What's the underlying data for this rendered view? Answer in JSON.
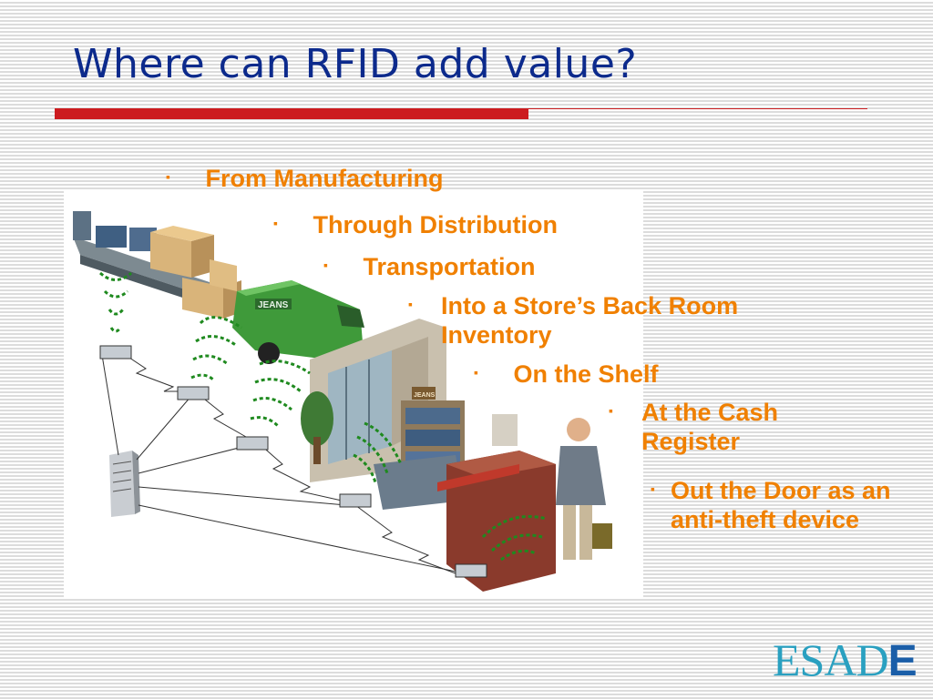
{
  "slide": {
    "title": "Where can RFID add value?",
    "bullet_glyph": "▪",
    "bullets": [
      {
        "text": "From Manufacturing"
      },
      {
        "text": "Through Distribution"
      },
      {
        "text": "Transportation"
      },
      {
        "text": "Into a Store’s Back Room Inventory"
      },
      {
        "text": "On the Shelf"
      },
      {
        "text": "At the Cash Register"
      },
      {
        "text": "Out the Door as an anti-theft device"
      }
    ],
    "van_label": "JEANS",
    "sign_label": "JEANS",
    "logo": {
      "main": "ESAD",
      "last": "E"
    }
  },
  "colors": {
    "title": "#0c2a8c",
    "accent_red": "#cc1b1f",
    "bullet": "#f08000",
    "logo": "#2aa0c0",
    "signal": "#1f8a1f"
  }
}
